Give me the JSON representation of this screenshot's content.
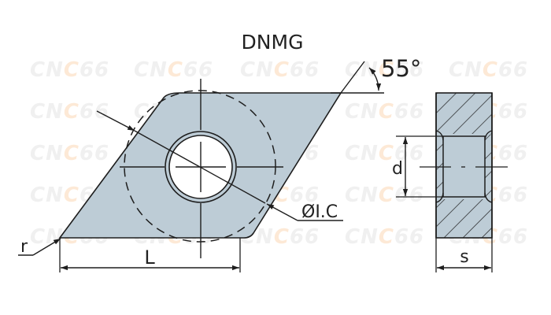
{
  "diagram": {
    "title": "DNMG",
    "angle_label": "55°",
    "ic_label": "ØI.C",
    "corner_radius_label": "r",
    "length_label": "L",
    "hole_diameter_label": "d",
    "thickness_label": "s"
  },
  "watermark": {
    "text_a": "CN",
    "text_b": "C",
    "text_c": "66",
    "color_gray": "#f0f0f0",
    "color_orange": "#fde9d6"
  },
  "colors": {
    "insert_fill": "#bdccd6",
    "line": "#1e1e1e",
    "hole_fill": "#ffffff"
  }
}
